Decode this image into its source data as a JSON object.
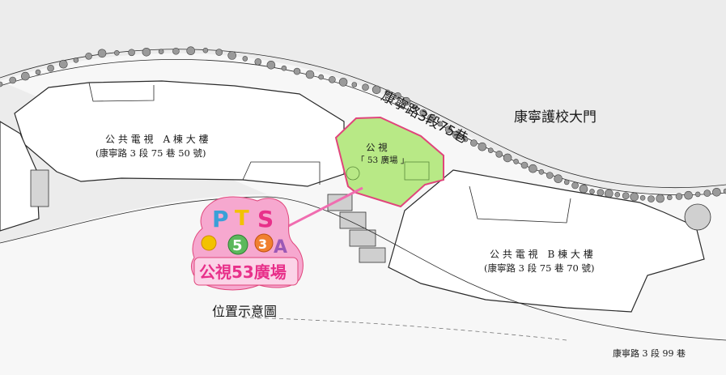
{
  "labels": {
    "lane_75": "康寧路3段75巷",
    "school_gate": "康寧護校大門",
    "building_a_name": "公 共 電 視　A 棟 大 樓",
    "building_a_address": "(康寧路 3 段 75 巷 50 號)",
    "building_b_name": "公 共 電 視　B 棟 大 樓",
    "building_b_address": "(康寧路 3 段 75 巷 70 號)",
    "plaza_name": "公 視",
    "plaza_sub": "「 53 廣場 」",
    "lane_99": "康寧路 3 段 99 巷",
    "location_caption": "位置示意圖"
  },
  "logo": {
    "text": "PTS 53 公視53廣場",
    "colors": [
      "#e8308a",
      "#3aa0d8",
      "#f2c200",
      "#5cb85c",
      "#9b59b6",
      "#f08030"
    ]
  },
  "colors": {
    "plaza_fill": "#b8e986",
    "plaza_border": "#e0457b",
    "pointer": "#f06db0",
    "background": "#ececec"
  }
}
